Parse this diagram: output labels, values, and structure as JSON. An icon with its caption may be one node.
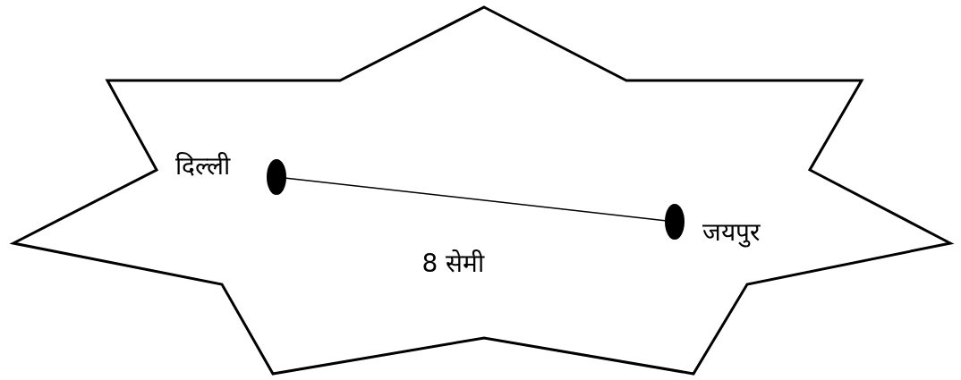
{
  "diagram": {
    "nodes": [
      {
        "text": [],
        "shape": "star"
      },
      {
        "text": [],
        "shape": "circle",
        "beside": [
          "दिल्ली"
        ],
        "in": 0
      },
      {
        "text": [],
        "shape": "circle",
        "beside": [
          "जयपुर"
        ],
        "in": 0
      }
    ],
    "edges": [
      {
        "from": 1,
        "to": 2,
        "arrow": "none",
        "label": "8 सेमी"
      }
    ]
  }
}
